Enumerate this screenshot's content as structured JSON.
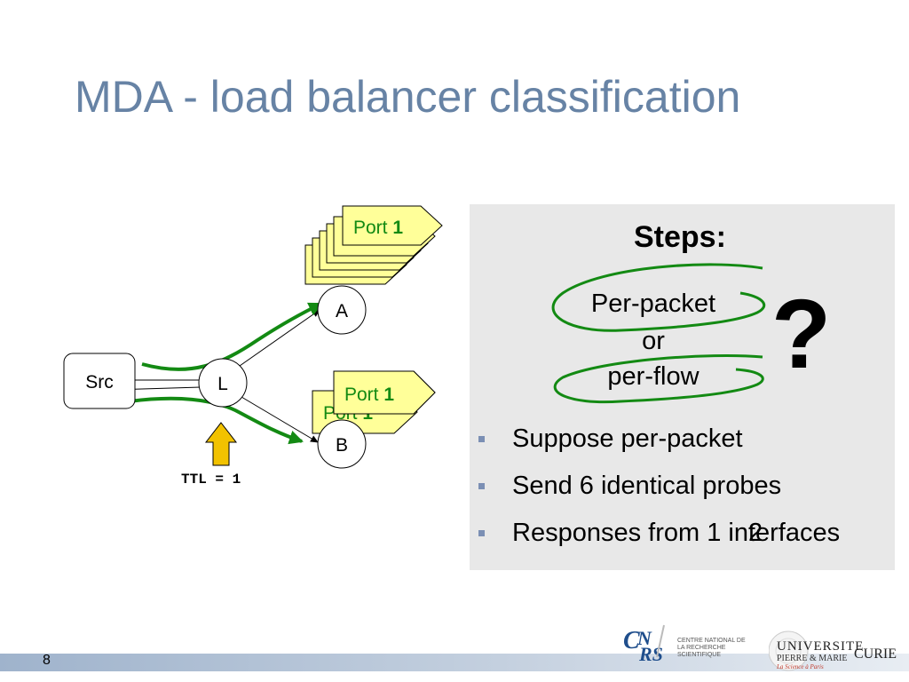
{
  "slide": {
    "title": "MDA - load balancer classification",
    "page_number": "8"
  },
  "diagram": {
    "src_label": "Src",
    "lb_label": "L",
    "node_a_label": "A",
    "node_b_label": "B",
    "port_prefix": "Port ",
    "port_number": "1",
    "ttl_label": "TTL = 1"
  },
  "steps": {
    "title": "Steps:",
    "option_1": "Per-packet",
    "connector": "or",
    "option_2": "per-flow",
    "unknown": "?",
    "bullets": [
      "Suppose per-packet",
      "Send 6 identical probes",
      "Responses from 1 interfaces"
    ],
    "bullet_overlay_number": "2"
  },
  "logos": {
    "cnrs_text": "CENTRE NATIONAL DE LA RECHERCHE SCIENTIFIQUE",
    "upmc_title": "UNIVERSITE",
    "upmc_subtitle": "PIERRE & MARIE",
    "upmc_curie": "CURIE",
    "upmc_tagline": "La Science à Paris"
  },
  "colors": {
    "title": "#6783a5",
    "arrow_green": "#138a13",
    "packet_fill": "#ffff99",
    "panel_bg": "#e8e8e8",
    "up_arrow_fill": "#f2c200",
    "bullet_marker": "#7b8fb4"
  }
}
